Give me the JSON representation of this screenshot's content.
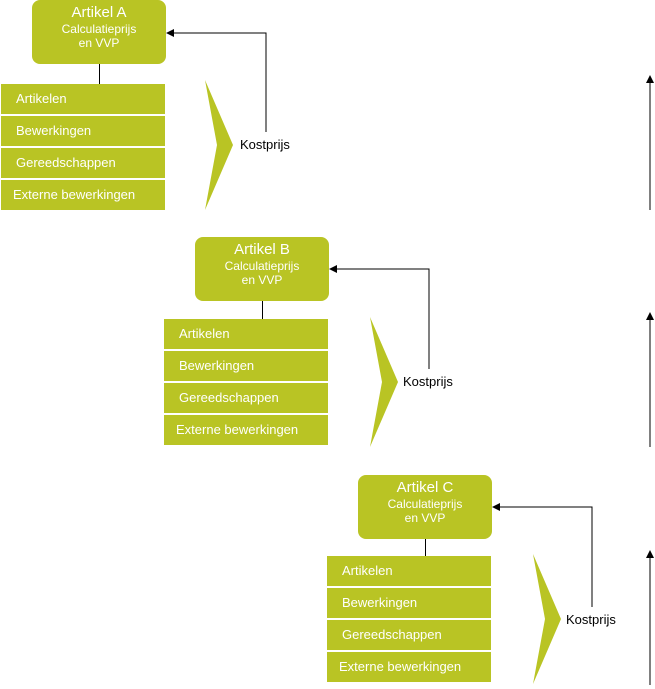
{
  "blocks": [
    {
      "title": "Artikel A",
      "subtitle_line1": "Calculatieprijs",
      "subtitle_line2": "en VVP",
      "rows": [
        "Artikelen",
        "Bewerkingen",
        "Gereedschappen",
        "Externe bewerkingen"
      ],
      "cost_label": "Kostprijs"
    },
    {
      "title": "Artikel B",
      "subtitle_line1": "Calculatieprijs",
      "subtitle_line2": "en VVP",
      "rows": [
        "Artikelen",
        "Bewerkingen",
        "Gereedschappen",
        "Externe bewerkingen"
      ],
      "cost_label": "Kostprijs"
    },
    {
      "title": "Artikel C",
      "subtitle_line1": "Calculatieprijs",
      "subtitle_line2": "en VVP",
      "rows": [
        "Artikelen",
        "Bewerkingen",
        "Gereedschappen",
        "Externe bewerkingen"
      ],
      "cost_label": "Kostprijs"
    }
  ],
  "colors": {
    "accent": "#b9c424",
    "text_on_accent": "#ffffff",
    "line": "#000000"
  }
}
